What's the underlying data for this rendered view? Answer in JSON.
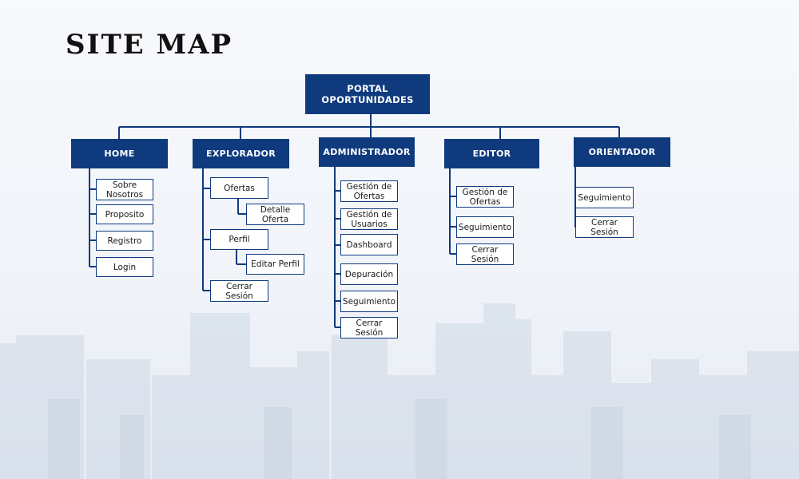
{
  "title": "SITE MAP",
  "colors": {
    "node_fill": "#0f3a7e",
    "line": "#0f3a7e",
    "leaf_border": "#0f3a7e"
  },
  "root": {
    "label": "PORTAL OPORTUNIDADES"
  },
  "sections": [
    {
      "label": "HOME",
      "children": [
        "Sobre Nosotros",
        "Proposito",
        "Registro",
        "Login"
      ]
    },
    {
      "label": "EXPLORADOR",
      "children": [
        "Ofertas",
        "Detalle Oferta",
        "Perfil",
        "Editar Perfil",
        "Cerrar Sesión"
      ]
    },
    {
      "label": "ADMINISTRADOR",
      "children": [
        "Gestión de Ofertas",
        "Gestión de Usuarios",
        "Dashboard",
        "Depuración",
        "Seguimiento",
        "Cerrar Sesión"
      ]
    },
    {
      "label": "EDITOR",
      "children": [
        "Gestión de Ofertas",
        "Seguimiento",
        "Cerrar Sesión"
      ]
    },
    {
      "label": "ORIENTADOR",
      "children": [
        "Seguimiento",
        "Cerrar Sesión"
      ]
    }
  ]
}
